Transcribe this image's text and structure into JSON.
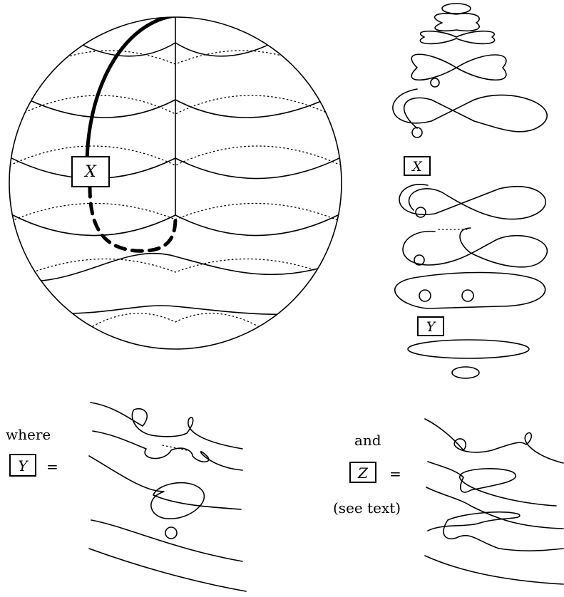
{
  "labels": {
    "x_box": "X",
    "x_box_small": "X",
    "y_box_small": "Y",
    "y_box_bottom": "Y",
    "z_box": "Z",
    "where": "where",
    "equals_y": "=",
    "and": "and",
    "equals_z": "=",
    "see_text": "(see text)"
  }
}
